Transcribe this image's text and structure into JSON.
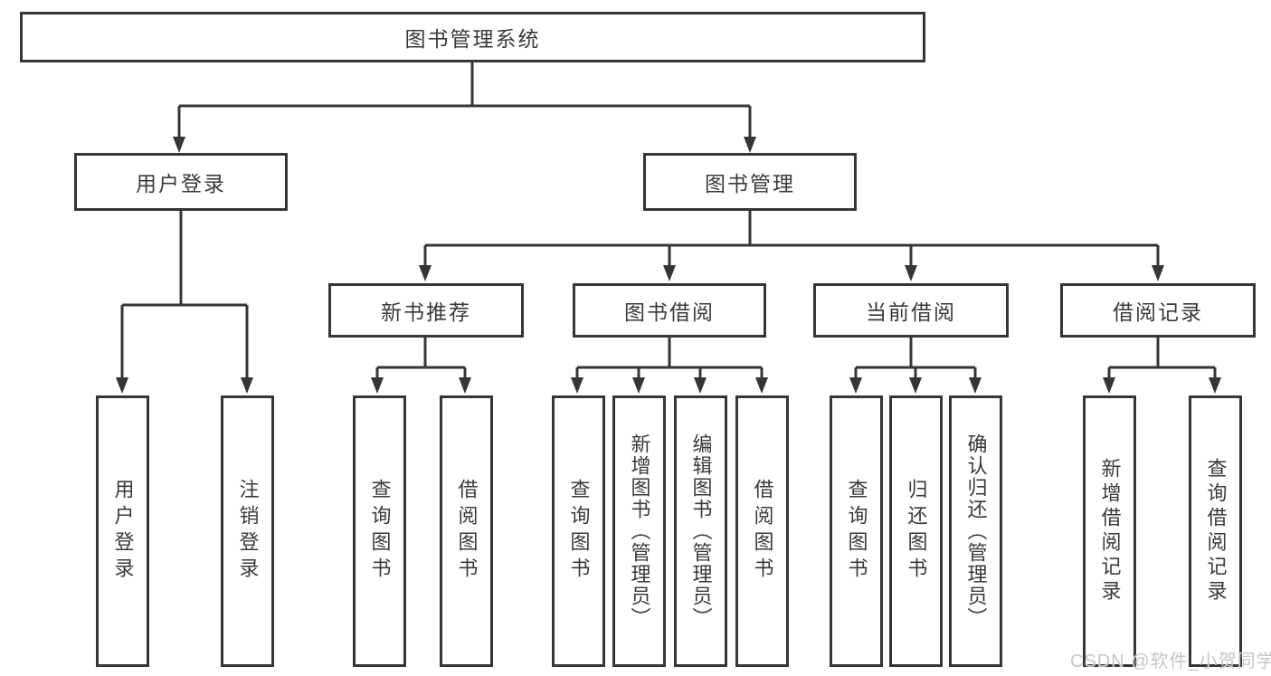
{
  "diagram": {
    "root": {
      "label": "图书管理系统"
    },
    "branches": [
      {
        "id": "user-login",
        "label": "用户登录"
      },
      {
        "id": "book-management",
        "label": "图书管理"
      }
    ],
    "modules": [
      {
        "id": "new-book-recommend",
        "label": "新书推荐",
        "parent": "图书管理"
      },
      {
        "id": "book-borrow",
        "label": "图书借阅",
        "parent": "图书管理"
      },
      {
        "id": "current-borrow",
        "label": "当前借阅",
        "parent": "图书管理"
      },
      {
        "id": "borrow-records",
        "label": "借阅记录",
        "parent": "图书管理"
      }
    ],
    "leaves": [
      {
        "id": "user-login",
        "label": "用户登录",
        "parent": "用户登录"
      },
      {
        "id": "logout",
        "label": "注销登录",
        "parent": "用户登录"
      },
      {
        "id": "newbook-query",
        "label": "查询图书",
        "parent": "新书推荐"
      },
      {
        "id": "newbook-borrow",
        "label": "借阅图书",
        "parent": "新书推荐"
      },
      {
        "id": "borrow-query",
        "label": "查询图书",
        "parent": "图书借阅"
      },
      {
        "id": "borrow-add",
        "label": "新增图书（管理员）",
        "parent": "图书借阅"
      },
      {
        "id": "borrow-edit",
        "label": "编辑图书（管理员）",
        "parent": "图书借阅"
      },
      {
        "id": "borrow-lend",
        "label": "借阅图书",
        "parent": "图书借阅"
      },
      {
        "id": "current-query",
        "label": "查询图书",
        "parent": "当前借阅"
      },
      {
        "id": "current-return",
        "label": "归还图书",
        "parent": "当前借阅"
      },
      {
        "id": "current-confirm",
        "label": "确认归还（管理员）",
        "parent": "当前借阅"
      },
      {
        "id": "records-add",
        "label": "新增借阅记录",
        "parent": "借阅记录"
      },
      {
        "id": "records-query",
        "label": "查询借阅记录",
        "parent": "借阅记录"
      }
    ],
    "colors": {
      "line": "#363636",
      "box_border": "#363636",
      "box_fill": "#ffffff",
      "text": "#3a3a3a",
      "background": "#ffffff"
    }
  },
  "watermark": {
    "text": "CSDN @软件_小贺同学",
    "color": "#c6c6c6"
  }
}
